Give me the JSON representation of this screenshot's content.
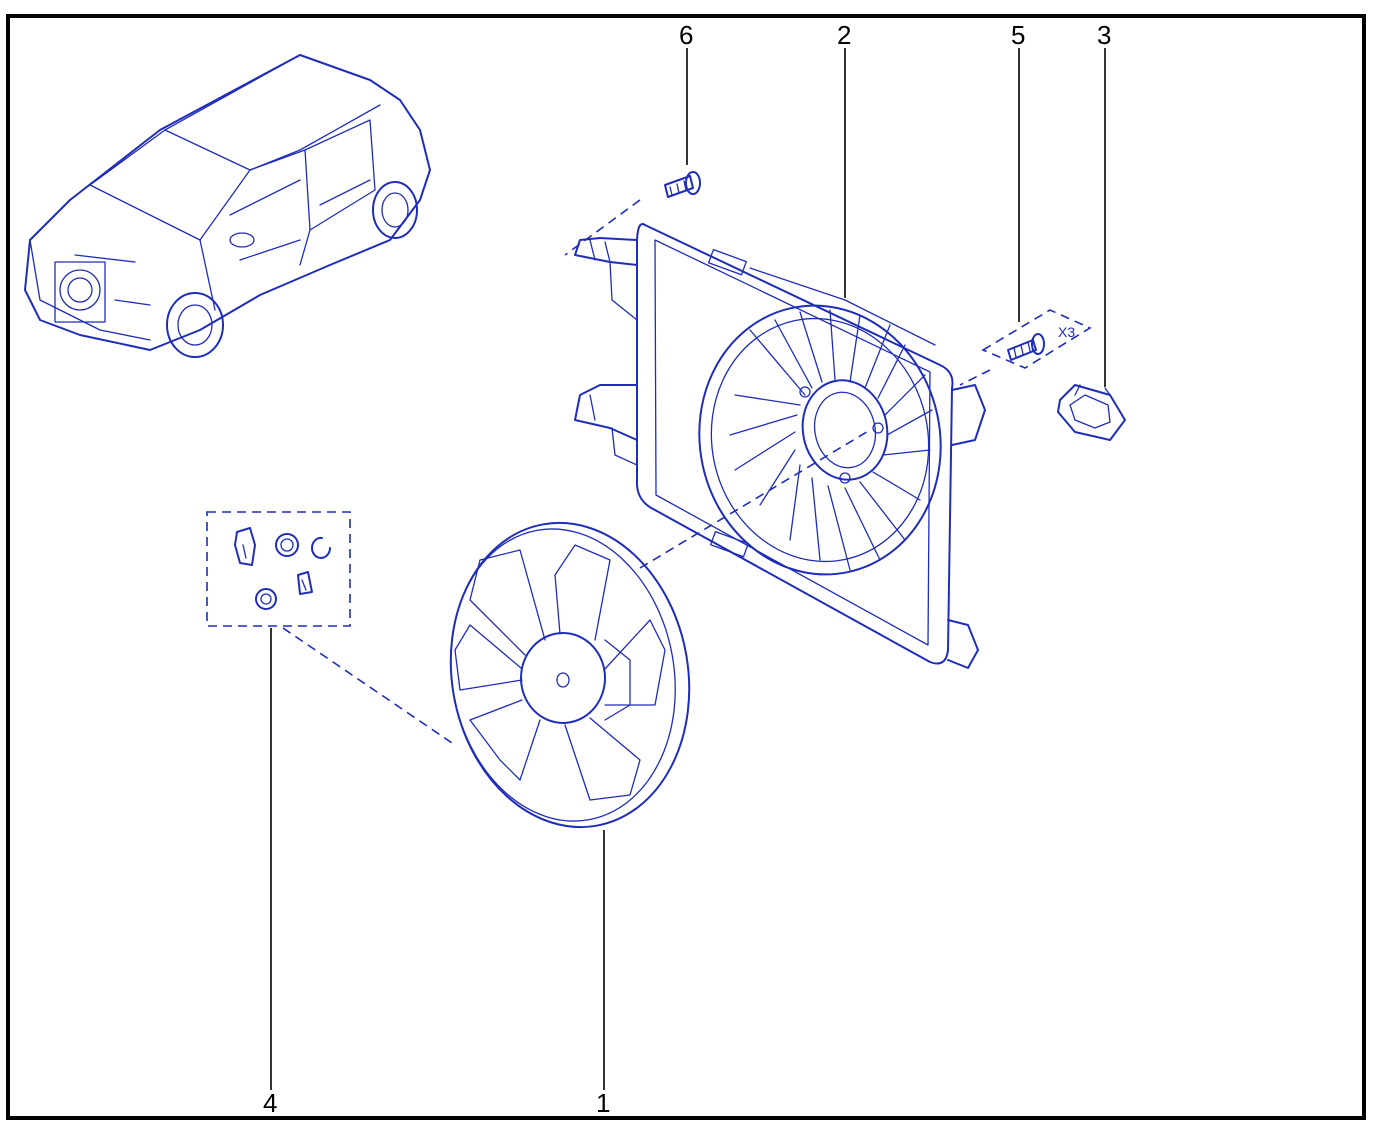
{
  "colors": {
    "line": "#1f2db8",
    "callout": "#000000",
    "border": "#000000"
  },
  "callouts": {
    "c1": "1",
    "c2": "2",
    "c3": "3",
    "c4": "4",
    "c5": "5",
    "c6": "6"
  },
  "quantity_label": "X3"
}
